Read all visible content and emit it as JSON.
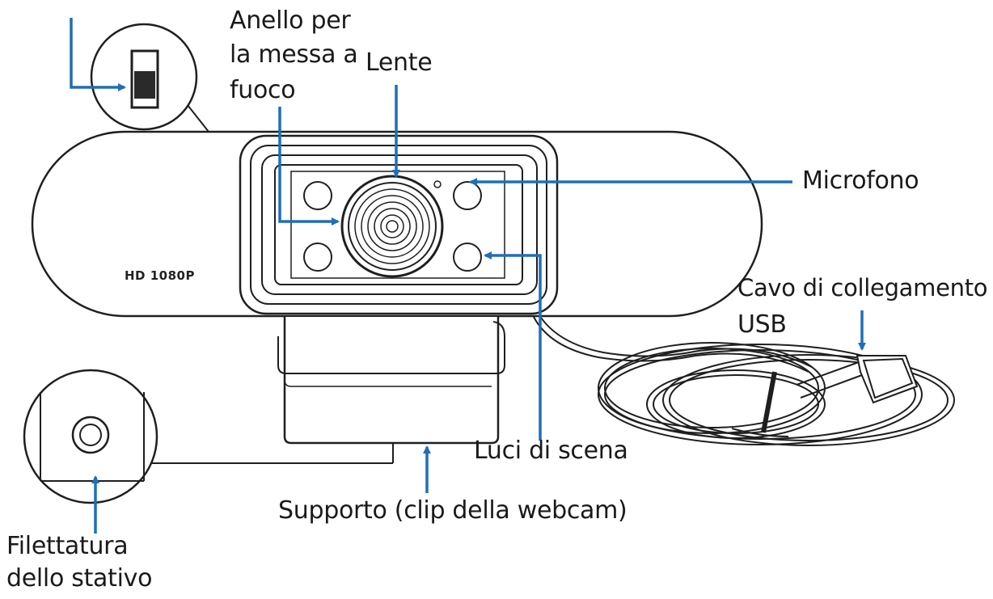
{
  "diagram": {
    "model_text": "HD 1080P",
    "colors": {
      "line": "#1f1f1f",
      "arrow": "#1f6fb5",
      "background": "#ffffff"
    },
    "labels": {
      "focus_ring": [
        "Anello per",
        "la messa a",
        "fuoco"
      ],
      "lens": "Lente",
      "microphone": "Microfono",
      "usb_cable": [
        "Cavo di collegamento",
        "USB"
      ],
      "stage_lights": "Luci di scena",
      "mount": "Supporto (clip della webcam)",
      "tripod_thread": [
        "Filettatura",
        "dello stativo"
      ]
    }
  }
}
